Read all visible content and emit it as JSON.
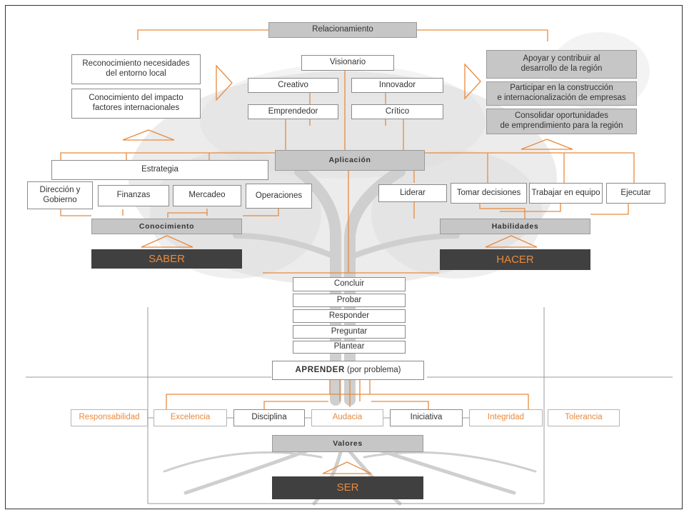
{
  "colors": {
    "accent": "#e88a3e",
    "box_gray": "#c6c6c6",
    "dark": "#404040",
    "tree": "#d9d9d9"
  },
  "top": {
    "relacionamiento": "Relacionamiento"
  },
  "left_panel": {
    "reconocimiento": "Reconocimiento necesidades\ndel entorno local",
    "conocimiento_impacto": "Conocimiento del impacto\nfactores internacionales"
  },
  "center": {
    "visionario": "Visionario",
    "creativo": "Creativo",
    "innovador": "Innovador",
    "emprendedor": "Emprendedor",
    "critico": "Crítico",
    "aplicacion": "Aplicación"
  },
  "right_panel": {
    "apoyar": "Apoyar y contribuir al\ndesarrollo de la región",
    "participar": "Participar en la construcción\ne internacionalización de empresas",
    "consolidar": "Consolidar oportunidades\nde emprendimiento  para la región"
  },
  "saber": {
    "estrategia": "Estrategia",
    "direccion": "Dirección y\nGobierno",
    "finanzas": "Finanzas",
    "mercadeo": "Mercadeo",
    "operaciones": "Operaciones",
    "conocimiento": "Conocimiento",
    "label": "SABER"
  },
  "hacer": {
    "liderar": "Liderar",
    "tomar_decisiones": "Tomar decisiones",
    "trabajar_equipo": "Trabajar en equipo",
    "ejecutar": "Ejecutar",
    "habilidades": "Habilidades",
    "label": "HACER"
  },
  "aprender": {
    "steps": [
      "Concluir",
      "Probar",
      "Responder",
      "Preguntar",
      "Plantear"
    ],
    "label_bold": "APRENDER",
    "label_rest": " (por problema)"
  },
  "ser": {
    "valores_list": [
      "Responsabilidad",
      "Excelencia",
      "Disciplina",
      "Audacia",
      "Iniciativa",
      "Integridad",
      "Tolerancia"
    ],
    "valores": "Valores",
    "label": "SER"
  }
}
